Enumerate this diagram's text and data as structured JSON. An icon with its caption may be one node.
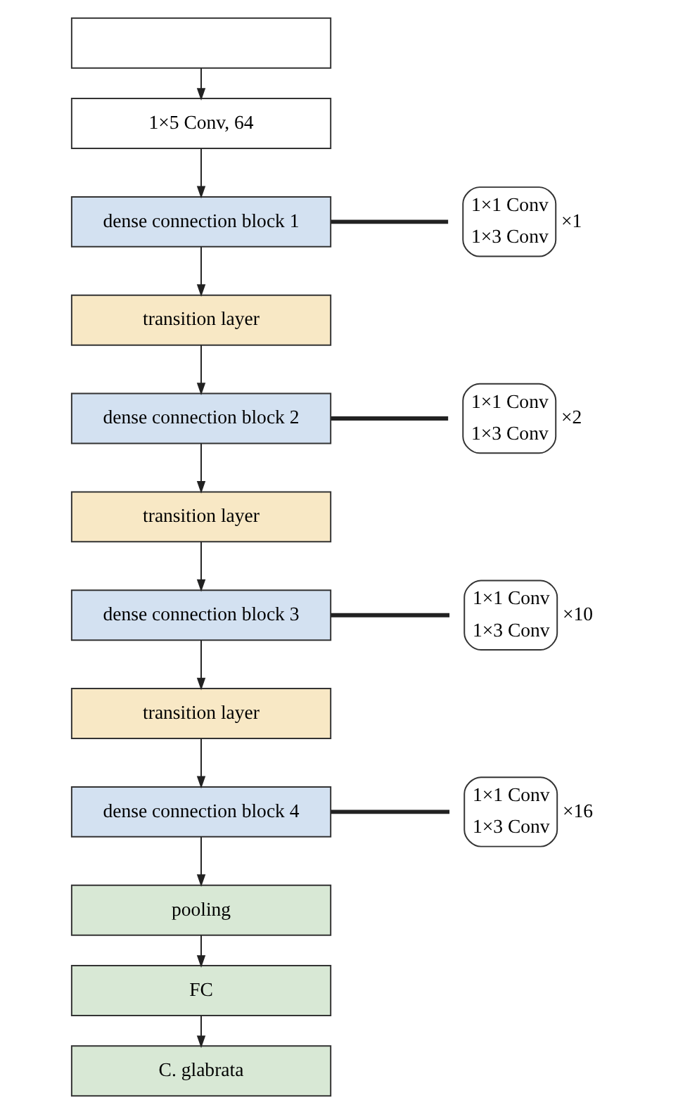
{
  "diagram": {
    "nodes": [
      {
        "text": [],
        "shape": "box"
      },
      {
        "text": [
          "1×5 Conv, 64"
        ]
      },
      {
        "text": [
          "dense connection block 1"
        ]
      },
      {
        "text": [
          "transition layer"
        ]
      },
      {
        "text": [
          "dense connection block 2"
        ]
      },
      {
        "text": [
          "transition layer"
        ]
      },
      {
        "text": [
          "dense connection block 3"
        ]
      },
      {
        "text": [
          "transition layer"
        ]
      },
      {
        "text": [
          "dense connection block 4"
        ]
      },
      {
        "text": [
          "pooling"
        ]
      },
      {
        "text": [
          "FC"
        ]
      },
      {
        "text": [
          "C. glabrata"
        ]
      },
      {
        "text": [
          "1×1 Conv",
          "1×3 Conv"
        ],
        "beside": [
          "×1"
        ]
      },
      {
        "text": [
          "1×1 Conv",
          "1×3 Conv"
        ],
        "beside": [
          "×2"
        ]
      },
      {
        "text": [
          "1×1 Conv",
          "1×3 Conv"
        ],
        "beside": [
          "×10"
        ]
      },
      {
        "text": [
          "1×1 Conv",
          "1×3 Conv"
        ],
        "beside": [
          "×16"
        ]
      }
    ],
    "edges": [
      {
        "from": 0,
        "to": 1,
        "arrow": "to"
      },
      {
        "from": 1,
        "to": 2,
        "arrow": "to"
      },
      {
        "from": 2,
        "to": 3,
        "arrow": "to"
      },
      {
        "from": 3,
        "to": 4,
        "arrow": "to"
      },
      {
        "from": 4,
        "to": 5,
        "arrow": "to"
      },
      {
        "from": 5,
        "to": 6,
        "arrow": "to"
      },
      {
        "from": 6,
        "to": 7,
        "arrow": "to"
      },
      {
        "from": 7,
        "to": 8,
        "arrow": "to"
      },
      {
        "from": 8,
        "to": 9,
        "arrow": "to"
      },
      {
        "from": 9,
        "to": 10,
        "arrow": "to"
      },
      {
        "from": 10,
        "to": 11,
        "arrow": "to"
      },
      {
        "from": 2,
        "to": 12,
        "arrow": "none",
        "style": "thick"
      },
      {
        "from": 4,
        "to": 13,
        "arrow": "none",
        "style": "thick"
      },
      {
        "from": 6,
        "to": 14,
        "arrow": "none",
        "style": "thick"
      },
      {
        "from": 8,
        "to": 15,
        "arrow": "none",
        "style": "thick"
      }
    ]
  }
}
